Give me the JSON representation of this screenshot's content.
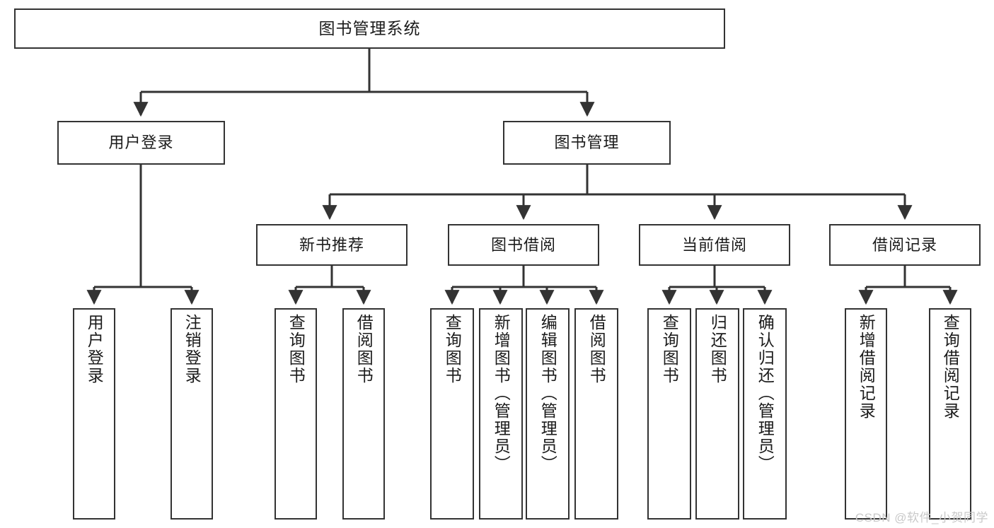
{
  "diagram": {
    "title": "图书管理系统",
    "watermark": "CSDN @软件_小贺同学",
    "style": {
      "border_color": "#333333",
      "fill_color": "#ffffff",
      "text_color": "#1b1b1b",
      "watermark_color": "#c9c9c9",
      "background": "#ffffff"
    },
    "root": {
      "label": "图书管理系统"
    },
    "level1": [
      {
        "label": "用户登录"
      },
      {
        "label": "图书管理"
      }
    ],
    "level2": [
      {
        "label": "新书推荐"
      },
      {
        "label": "图书借阅"
      },
      {
        "label": "当前借阅"
      },
      {
        "label": "借阅记录"
      }
    ],
    "leaves": {
      "user_login": [
        {
          "label": "用户登录"
        },
        {
          "label": "注销登录"
        }
      ],
      "new_book_recommend": [
        {
          "label": "查询图书"
        },
        {
          "label": "借阅图书"
        }
      ],
      "book_borrow": [
        {
          "label": "查询图书"
        },
        {
          "label": "新增图书（管理员）"
        },
        {
          "label": "编辑图书（管理员）"
        },
        {
          "label": "借阅图书"
        }
      ],
      "current_borrow": [
        {
          "label": "查询图书"
        },
        {
          "label": "归还图书"
        },
        {
          "label": "确认归还（管理员）"
        }
      ],
      "borrow_record": [
        {
          "label": "新增借阅记录"
        },
        {
          "label": "查询借阅记录"
        }
      ]
    }
  }
}
